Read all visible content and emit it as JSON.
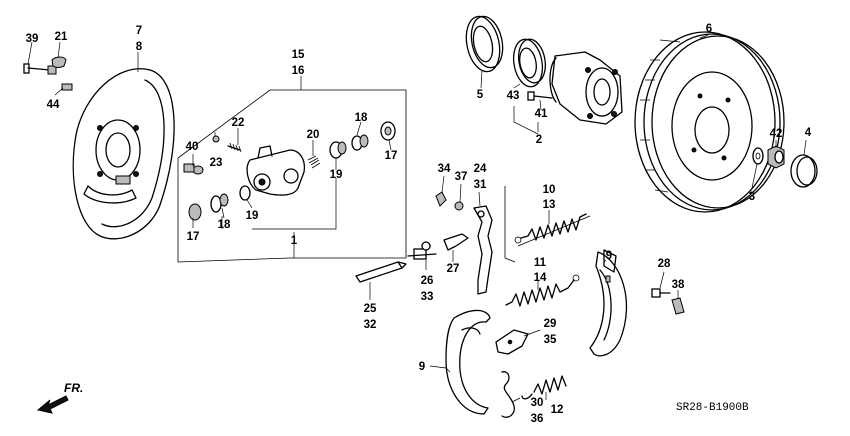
{
  "diagram": {
    "code": "SR28-B1900B",
    "direction_label": "FR.",
    "labels": {
      "p1": "1",
      "p3": "3",
      "p4": "4",
      "p5": "5",
      "p6": "6",
      "p7": "7",
      "p8": "8",
      "p9a": "9",
      "p9b": "9",
      "p10": "10",
      "p11": "11",
      "p12": "12",
      "p13": "13",
      "p14": "14",
      "p15": "15",
      "p16": "16",
      "p17a": "17",
      "p17b": "17",
      "p18a": "18",
      "p18b": "18",
      "p19a": "19",
      "p19b": "19",
      "p20": "20",
      "p2": "2",
      "p21": "21",
      "p22": "22",
      "p23": "23",
      "p24": "24",
      "p25": "25",
      "p26": "26",
      "p27": "27",
      "p28": "28",
      "p29": "29",
      "p30": "30",
      "p31": "31",
      "p32": "32",
      "p33": "33",
      "p34": "34",
      "p35": "35",
      "p36": "36",
      "p37": "37",
      "p38": "38",
      "p39": "39",
      "p40": "40",
      "p41": "41",
      "p42": "42",
      "p43": "43",
      "p44": "44"
    }
  }
}
